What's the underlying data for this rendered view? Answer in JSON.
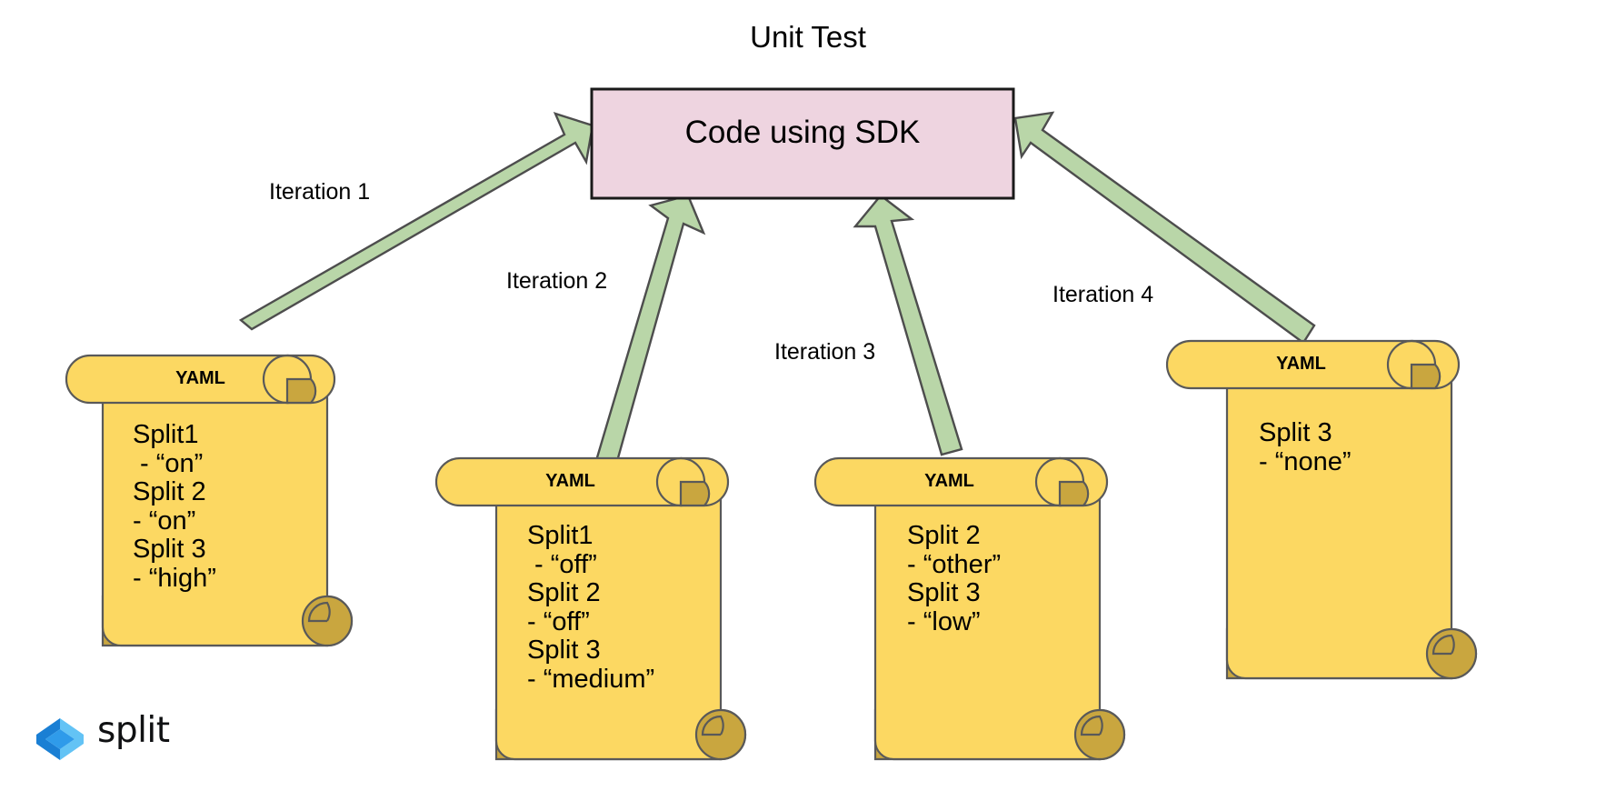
{
  "diagram": {
    "title": "Unit Test",
    "center_node": {
      "label": "Code using SDK",
      "fill": "#eed4e0",
      "stroke": "#1a1a1a"
    },
    "arrow_style": {
      "fill": "#b9d6a8",
      "stroke": "#4d4d4d"
    },
    "edges": [
      {
        "label": "Iteration 1",
        "from": "yaml-1",
        "to": "center_node",
        "direction": "up-right"
      },
      {
        "label": "Iteration 2",
        "from": "yaml-2",
        "to": "center_node",
        "direction": "up-right"
      },
      {
        "label": "Iteration 3",
        "from": "yaml-3",
        "to": "center_node",
        "direction": "up"
      },
      {
        "label": "Iteration 4",
        "from": "yaml-4",
        "to": "center_node",
        "direction": "up-left"
      }
    ],
    "documents": [
      {
        "id": "yaml-1",
        "title": "YAML",
        "fill": "#fcd862",
        "curl_fill": "#c9a63f",
        "stroke": "#595959",
        "lines": [
          "Split1",
          " - “on”",
          "Split 2",
          "- “on”",
          "Split 3",
          "- “high”"
        ]
      },
      {
        "id": "yaml-2",
        "title": "YAML",
        "fill": "#fcd862",
        "curl_fill": "#c9a63f",
        "stroke": "#595959",
        "lines": [
          "Split1",
          " - “off”",
          "Split 2",
          "- “off”",
          "Split 3",
          "- “medium”"
        ]
      },
      {
        "id": "yaml-3",
        "title": "YAML",
        "fill": "#fcd862",
        "curl_fill": "#c9a63f",
        "stroke": "#595959",
        "lines": [
          "Split 2",
          "- “other”",
          "Split 3",
          "- “low”"
        ]
      },
      {
        "id": "yaml-4",
        "title": "YAML",
        "fill": "#fcd862",
        "curl_fill": "#c9a63f",
        "stroke": "#595959",
        "lines": [
          "Split 3",
          "- “none”"
        ]
      }
    ]
  },
  "branding": {
    "wordmark": "split",
    "logo_colors": {
      "dark_blue": "#1a7fd4",
      "mid_blue": "#2f9bea",
      "light_blue": "#63c3f5"
    }
  }
}
